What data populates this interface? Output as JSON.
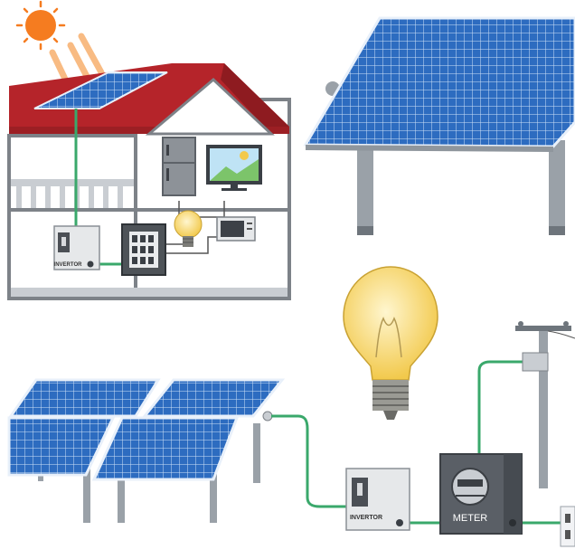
{
  "labels": {
    "inverter_house": "INVERTOR",
    "inverter_ground": "INVERTOR",
    "meter": "METER"
  },
  "colors": {
    "sun": "#f57c20",
    "roof": "#b5242a",
    "panel_blue": "#2f6fc0",
    "wire": "#3aa86b",
    "bulb_glass": "#f6d66e",
    "meter_box": "#5a5f66",
    "support_gray": "#9aa1a8"
  },
  "icons": [
    "sun-icon",
    "house-icon",
    "solar-panel-icon",
    "light-bulb-icon",
    "inverter-icon",
    "meter-icon",
    "utility-pole-icon",
    "tv-icon",
    "fridge-icon",
    "microwave-icon",
    "breaker-box-icon",
    "outlet-icon"
  ]
}
